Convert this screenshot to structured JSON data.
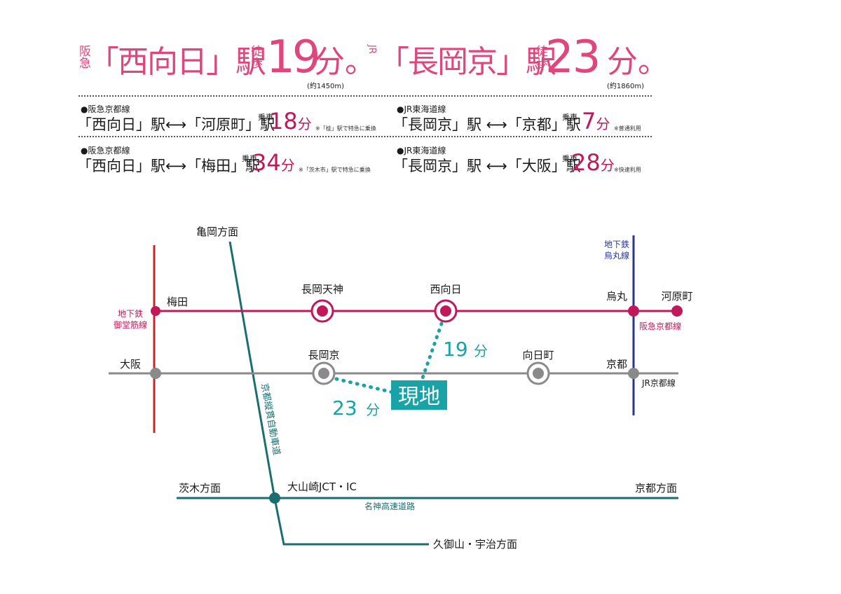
{
  "header": {
    "hankyu_vertical": "阪急",
    "hankyu_station": "「西向日」駅",
    "walk_vertical": "徒歩",
    "hankyu_minutes": "19",
    "min_unit": "分。",
    "hankyu_distance": "(約1450m)",
    "jr_vertical": "JR",
    "jr_station": "「長岡京」駅",
    "jr_minutes": "23",
    "jr_distance": "(約1860m)"
  },
  "routes": [
    {
      "line": "●阪急京都線",
      "route": "「西向日」駅⟷「河原町」駅",
      "ride": "乗車",
      "minutes": "18",
      "unit": "分",
      "note": "※「桂」駅で特急に乗換"
    },
    {
      "line": "●JR東海道線",
      "route": "「長岡京」駅 ⟷「京都」駅",
      "ride": "乗車",
      "minutes": "7",
      "unit": "分",
      "note": "※普通利用"
    },
    {
      "line": "●阪急京都線",
      "route": "「西向日」駅⟷「梅田」駅",
      "ride": "乗車",
      "minutes": "34",
      "unit": "分",
      "note": "※「茨木市」駅で特急に乗換"
    },
    {
      "line": "●JR東海道線",
      "route": "「長岡京」駅 ⟷「大阪」駅",
      "ride": "乗車",
      "minutes": "28",
      "unit": "分",
      "note": "※快速利用"
    }
  ],
  "map": {
    "kameoka": "亀岡方面",
    "subway_karasuma_1": "地下鉄",
    "subway_karasuma_2": "烏丸線",
    "subway_midosuji_1": "地下鉄",
    "subway_midosuji_2": "御堂筋線",
    "umeda": "梅田",
    "nagaoka_tenjin": "長岡天神",
    "nishimuko": "西向日",
    "karasuma": "烏丸",
    "kawaramachi": "河原町",
    "hankyu_line": "阪急京都線",
    "osaka": "大阪",
    "nagaokakyo": "長岡京",
    "mukomachi": "向日町",
    "kyoto": "京都",
    "jr_line": "JR京都線",
    "walk_19": "19",
    "walk_23": "23",
    "walk_unit": "分",
    "site": "現地",
    "expressway": "京都縦貫自動車道",
    "ibaraki": "茨木方面",
    "oyamazaki": "大山崎JCT・IC",
    "kyoto_direction": "京都方面",
    "meishin": "名神高速道路",
    "kumiyama": "久御山・宇治方面"
  },
  "colors": {
    "hankyu": "#c2185b",
    "jr": "#8a8a8a",
    "subway_red": "#c62828",
    "subway_blue": "#283593",
    "expressway": "#1a6e72",
    "walk": "#1aa3a6",
    "heading_pink": "#e0467c"
  }
}
